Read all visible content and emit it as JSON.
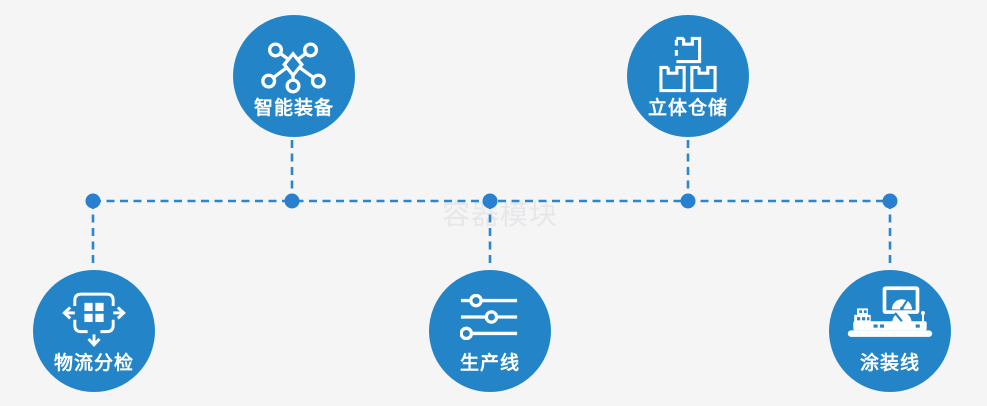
{
  "watermark": "容器模块",
  "colors": {
    "background": "#f5f5f6",
    "node_fill": "#2385c8",
    "connector": "#2e86c9",
    "dot": "#2a80d0",
    "label_text": "#ffffff",
    "watermark_text": "#e7e7ea"
  },
  "nodes": [
    {
      "id": "smart-equipment",
      "label": "智能装备",
      "icon": "network-nodes-icon",
      "position": "top"
    },
    {
      "id": "stereo-warehouse",
      "label": "立体仓储",
      "icon": "stacked-boxes-icon",
      "position": "top"
    },
    {
      "id": "logistics-sorting",
      "label": "物流分检",
      "icon": "sorting-arrows-icon",
      "position": "bottom"
    },
    {
      "id": "production-line",
      "label": "生产线",
      "icon": "sliders-icon",
      "position": "bottom"
    },
    {
      "id": "painting-line",
      "label": "涂装线",
      "icon": "control-station-icon",
      "position": "bottom"
    }
  ]
}
